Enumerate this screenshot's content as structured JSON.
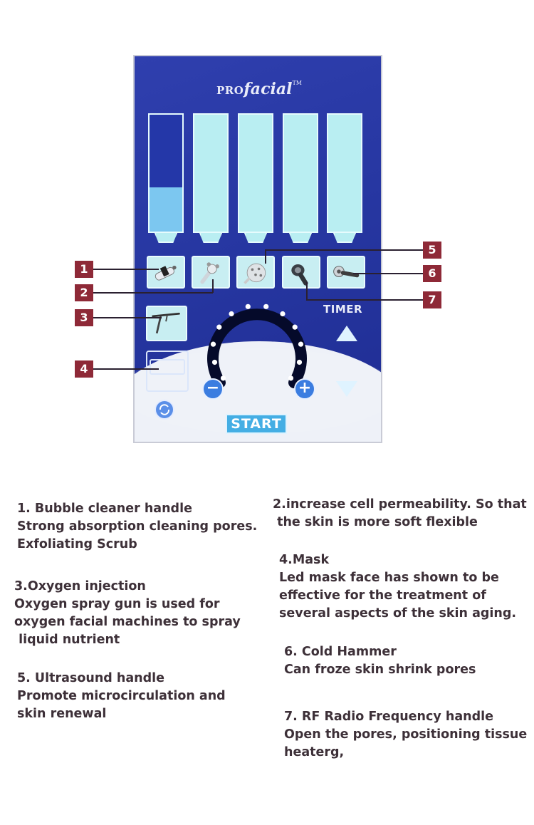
{
  "panel": {
    "brand_pro": "PRO",
    "brand_facial": "facial",
    "brand_tm": "TM",
    "timer_label": "TIMER",
    "start_label": "START",
    "minus_symbol": "−",
    "plus_symbol": "+",
    "tank_levels": [
      0.38,
      0,
      0,
      0,
      0
    ],
    "colors": {
      "panel_blue": "#2737a2",
      "tank_cyan": "#b9eef2",
      "water_blue": "#7cc7f0",
      "callout_red": "#8e2937"
    },
    "handle_icons": [
      "bubble-cleaner-handle-icon",
      "ultrasound-handle-icon",
      "ultrasound-plate-icon",
      "rf-handle-icon",
      "cold-hammer-icon"
    ]
  },
  "callouts": {
    "c1": "1",
    "c2": "2",
    "c3": "3",
    "c4": "4",
    "c5": "5",
    "c6": "6",
    "c7": "7"
  },
  "descriptions": {
    "d1": {
      "title": "1. Bubble cleaner handle",
      "lines": [
        "Strong absorption cleaning pores.",
        "Exfoliating Scrub"
      ]
    },
    "d2": {
      "title": "2.increase cell permeability. So that",
      "lines": [
        " the skin is more soft flexible"
      ]
    },
    "d3": {
      "title": "3.Oxygen injection",
      "lines": [
        "Oxygen spray gun is used for",
        "oxygen facial machines to spray",
        " liquid nutrient"
      ]
    },
    "d4": {
      "title": "4.Mask",
      "lines": [
        "Led mask face has shown to be",
        "effective for the treatment of",
        "several aspects of the skin aging."
      ]
    },
    "d5": {
      "title": "5. Ultrasound handle",
      "lines": [
        "Promote microcirculation and",
        "skin renewal"
      ]
    },
    "d6": {
      "title": "6. Cold Hammer",
      "lines": [
        "Can froze skin shrink pores"
      ]
    },
    "d7": {
      "title": "7. RF Radio Frequency handle",
      "lines": [
        "Open the pores, positioning tissue",
        "heaterg,"
      ]
    }
  }
}
